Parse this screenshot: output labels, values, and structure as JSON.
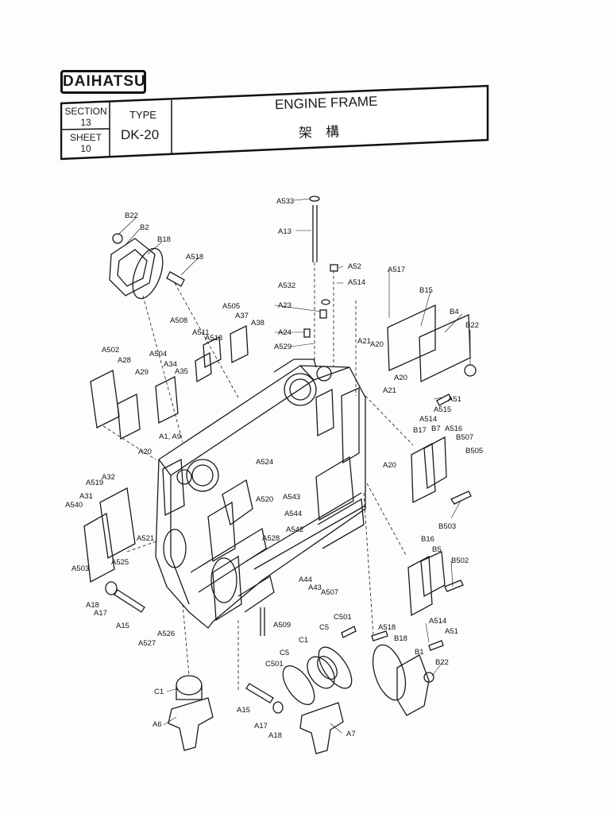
{
  "brand": "DAIHATSU",
  "header": {
    "section_label": "SECTION",
    "section_value": "13",
    "sheet_label": "SHEET",
    "sheet_value": "10",
    "type_label": "TYPE",
    "type_value": "DK-20",
    "title_en": "ENGINE FRAME",
    "title_jp": "架　構"
  },
  "callouts": {
    "a533": "A533",
    "a13": "A13",
    "b22_tl": "B22",
    "b2": "B2",
    "b18_tl": "B18",
    "a518_t": "A518",
    "a52": "A52",
    "a514_t": "A514",
    "a517": "A517",
    "a532": "A532",
    "a23": "A23",
    "b15": "B15",
    "a505": "A505",
    "a37": "A37",
    "a38": "A38",
    "a508": "A508",
    "a511": "A511",
    "a513": "A513",
    "a24": "A24",
    "b4": "B4",
    "b22_r": "B22",
    "a529": "A529",
    "a21_t": "A21",
    "a20_t": "A20",
    "a502": "A502",
    "a504": "A504",
    "a28": "A28",
    "a34": "A34",
    "a35": "A35",
    "a29": "A29",
    "a20_m": "A20",
    "a21_m": "A21",
    "a51_t": "A51",
    "a515": "A515",
    "a514_m": "A514",
    "a1a9": "A1, A9",
    "b17": "B17",
    "b7": "B7",
    "a516": "A516",
    "b507": "B507",
    "b505": "B505",
    "a20_l": "A20",
    "a524": "A524",
    "a20_r": "A20",
    "a519": "A519",
    "a32": "A32",
    "a31": "A31",
    "a540": "A540",
    "a520": "A520",
    "a543": "A543",
    "a544": "A544",
    "b503": "B503",
    "a542": "A542",
    "a521": "A521",
    "a528": "A528",
    "b16": "B16",
    "b5": "B5",
    "b502": "B502",
    "a503": "A503",
    "a525": "A525",
    "a44": "A44",
    "a43": "A43",
    "a507": "A507",
    "a18_l": "A18",
    "a17_l": "A17",
    "a15_l": "A15",
    "c501_r": "C501",
    "c5_r": "C5",
    "a509": "A509",
    "a514_b": "A514",
    "a518_b": "A518",
    "b18_b": "B18",
    "a51_b": "A51",
    "a526": "A526",
    "a527": "A527",
    "c1_m": "C1",
    "c5_m": "C5",
    "c501_m": "C501",
    "b1": "B1",
    "b22_b": "B22",
    "c1_l": "C1",
    "a15_b": "A15",
    "a17_b": "A17",
    "a18_b": "A18",
    "a6": "A6",
    "a7": "A7"
  }
}
